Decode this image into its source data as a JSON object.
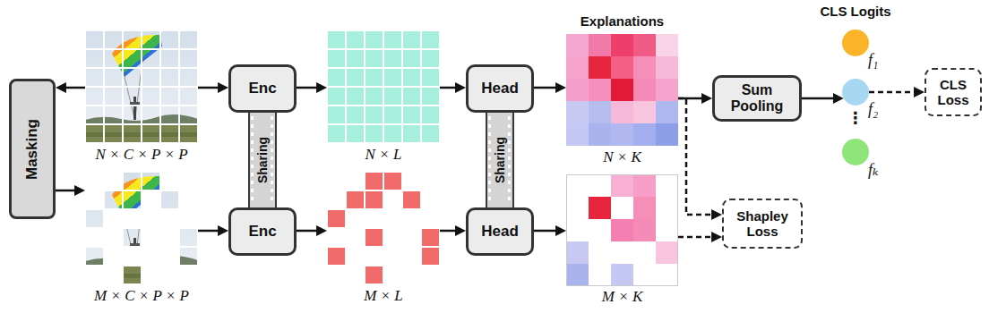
{
  "diagram": {
    "nodes": [
      {
        "text": [
          "Masking"
        ]
      },
      {
        "text": [
          "N × C × P × P"
        ]
      },
      {
        "text": [
          "M × C × P × P"
        ]
      },
      {
        "text": [
          "Enc"
        ]
      },
      {
        "text": [
          "Sharing"
        ]
      },
      {
        "text": [
          "Enc"
        ]
      },
      {
        "text": [
          "N × L"
        ]
      },
      {
        "text": [
          "M × L"
        ]
      },
      {
        "text": [
          "Head"
        ]
      },
      {
        "text": [
          "Sharing"
        ]
      },
      {
        "text": [
          "Head"
        ]
      },
      {
        "text": [
          "Explanations",
          "N × K"
        ]
      },
      {
        "text": [
          "M × K"
        ]
      },
      {
        "text": [
          "Sum Pooling"
        ]
      },
      {
        "text": [
          "f₁"
        ]
      },
      {
        "text": [
          "f₂"
        ]
      },
      {
        "text": [
          "fₖ"
        ]
      },
      {
        "text": [
          "CLS Loss"
        ]
      },
      {
        "text": [
          "Shapley Loss"
        ]
      }
    ],
    "edges": [
      {
        "from": 1,
        "to": 0,
        "arrow": "to"
      },
      {
        "from": 0,
        "to": 2,
        "arrow": "to"
      },
      {
        "from": 1,
        "to": 3,
        "arrow": "to"
      },
      {
        "from": 2,
        "to": 5,
        "arrow": "to"
      },
      {
        "from": 3,
        "to": 6,
        "arrow": "to"
      },
      {
        "from": 5,
        "to": 7,
        "arrow": "to"
      },
      {
        "from": 6,
        "to": 8,
        "arrow": "to"
      },
      {
        "from": 7,
        "to": 10,
        "arrow": "to"
      },
      {
        "from": 8,
        "to": 11,
        "arrow": "to"
      },
      {
        "from": 10,
        "to": 12,
        "arrow": "to"
      },
      {
        "from": 11,
        "to": 13,
        "arrow": "to"
      },
      {
        "from": 13,
        "to": 15,
        "arrow": "to"
      },
      {
        "from": 15,
        "to": 17,
        "arrow": "to"
      },
      {
        "from": 11,
        "to": 18,
        "arrow": "to"
      },
      {
        "from": 12,
        "to": 18,
        "arrow": "to"
      }
    ],
    "labels": [
      "CLS Logits",
      "⋮"
    ]
  }
}
